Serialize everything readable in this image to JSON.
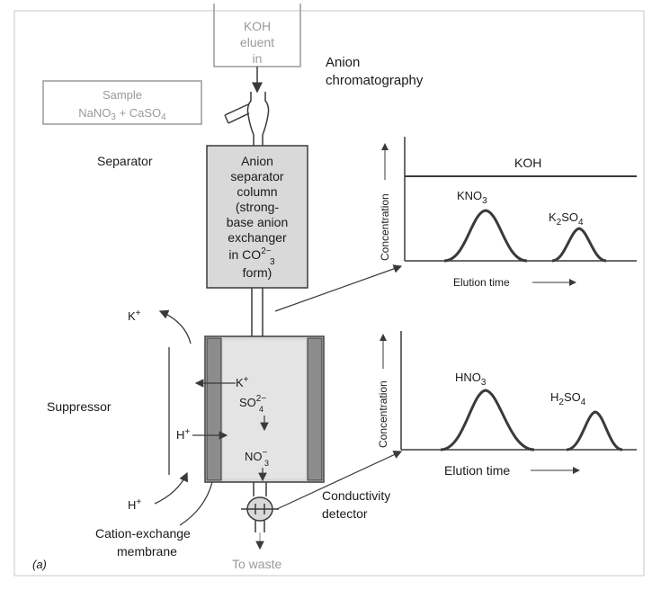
{
  "eluent": {
    "line1": "KOH",
    "line2": "eluent",
    "line3": "in"
  },
  "title": {
    "line1": "Anion",
    "line2": "chromatography"
  },
  "sample": {
    "line1": "Sample",
    "line2_a": "NaNO",
    "line2_b": "3",
    "line2_c": " + CaSO",
    "line2_d": "4"
  },
  "separator_label": "Separator",
  "column": {
    "line1": "Anion",
    "line2": "separator",
    "line3": "column",
    "line4": "(strong-",
    "line5": "base anion",
    "line6": "exchanger",
    "line7_a": "in CO",
    "line7_sup": "2−",
    "line7_sub": "3",
    "line8": "form)"
  },
  "suppressor_label": "Suppressor",
  "ions": {
    "k_top": "K",
    "k_top_sup": "+",
    "k_inner": "K",
    "k_inner_sup": "+",
    "so4_base": "SO",
    "so4_sup": "2−",
    "so4_sub": "4",
    "h_left": "H",
    "h_left_sup": "+",
    "no3_base": "NO",
    "no3_sup": "−",
    "no3_sub": "3",
    "h_bottom": "H",
    "h_bottom_sup": "+"
  },
  "membrane_label": {
    "line1": "Cation-exchange",
    "line2": "membrane"
  },
  "figure_tag": "(a)",
  "waste_label": "To waste",
  "detector_label": {
    "line1": "Conductivity",
    "line2": "detector"
  },
  "top_plot": {
    "ylabel": "Concentration",
    "xlabel": "Elution time",
    "baseline_label": "KOH",
    "peak1_base": "KNO",
    "peak1_sub": "3",
    "peak2_a": "K",
    "peak2_sub1": "2",
    "peak2_b": "SO",
    "peak2_sub2": "4"
  },
  "bottom_plot": {
    "ylabel": "Concentration",
    "xlabel": "Elution time",
    "peak1_base": "HNO",
    "peak1_sub": "3",
    "peak2_a": "H",
    "peak2_sub1": "2",
    "peak2_b": "SO",
    "peak2_sub2": "4"
  },
  "colors": {
    "stroke": "#3a3a3a",
    "column_fill": "#d9d9d9",
    "membrane_fill": "#8c8c8c",
    "faded_text": "#9a9a9a"
  }
}
